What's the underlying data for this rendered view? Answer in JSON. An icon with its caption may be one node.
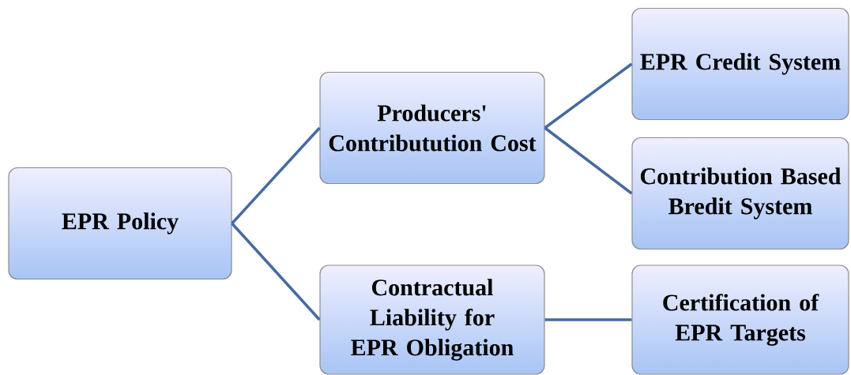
{
  "diagram": {
    "nodes": [
      {
        "text": [
          "EPR Policy"
        ]
      },
      {
        "text": [
          "Producers' Contributution Cost"
        ]
      },
      {
        "text": [
          "EPR Credit System"
        ]
      },
      {
        "text": [
          "Contribution Based Bredit System"
        ]
      },
      {
        "text": [
          "Contractual Liability for EPR Obligation"
        ]
      },
      {
        "text": [
          "Certification of EPR Targets"
        ]
      }
    ],
    "edges": [
      {
        "from": 0,
        "to": 1,
        "arrow": "none"
      },
      {
        "from": 0,
        "to": 4,
        "arrow": "none"
      },
      {
        "from": 1,
        "to": 2,
        "arrow": "none"
      },
      {
        "from": 1,
        "to": 3,
        "arrow": "none"
      },
      {
        "from": 4,
        "to": 5,
        "arrow": "none"
      }
    ]
  }
}
